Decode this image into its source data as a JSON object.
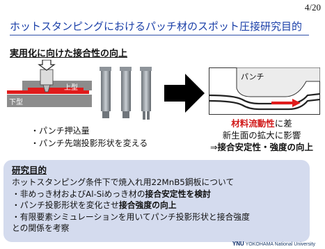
{
  "page_number": "4/20",
  "title": "ホットスタンピングにおけるパッチ材のスポット圧接研究目的",
  "subtitle": "実用化に向けた接合性の向上",
  "figure_left": {
    "label_upper": "上型",
    "label_lower": "下型"
  },
  "figure_right": {
    "label_punch": "パンチ"
  },
  "left_bullets": [
    "・パンチ押込量",
    "・パンチ先端投影形状を変える"
  ],
  "right_text": {
    "line1_red": "材料流動性",
    "line1_rest": "に差",
    "line2": "新生面の拡大に影響",
    "line3_arrow": "⇒",
    "line3_bold": "接合安定性・強度の向上"
  },
  "purpose": {
    "heading": "研究目的",
    "line1": "ホットスタンピング条件下で焼入れ用22MnB5鋼板について",
    "line2_a": "・非めっき材およびAl-Siめっき材の",
    "line2_b": "接合安定性を検討",
    "line3_a": "・パンチ投影形状を変化させ",
    "line3_b": "接合強度の向上",
    "line4": "・有限要素シミュレーションを用いてパンチ投影形状と接合強度",
    "line5": "との関係を考察"
  },
  "logo": {
    "mark": "YNU",
    "text": "YOKOHAMA National University"
  }
}
